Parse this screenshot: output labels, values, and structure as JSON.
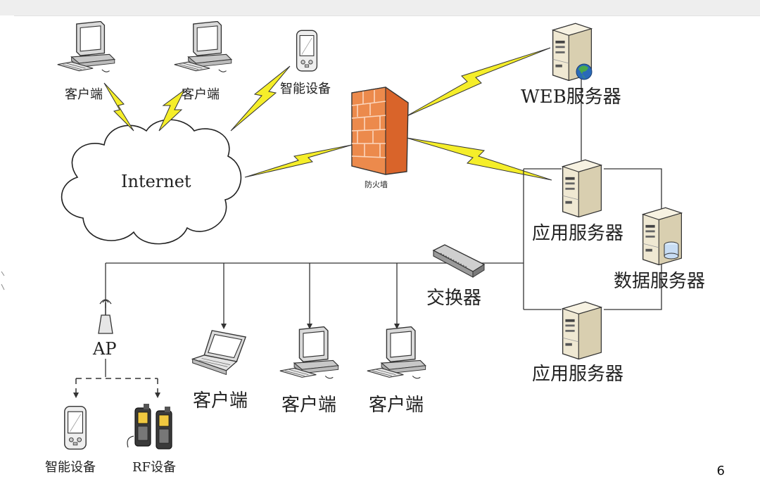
{
  "labels": {
    "client_top_left": "客户端",
    "client_top_mid": "客户端",
    "smart_device_top": "智能设备",
    "internet": "Internet",
    "firewall": "防火墙",
    "web_server": "WEB服务器",
    "app_server_top": "应用服务器",
    "data_server": "数据服务器",
    "switch": "交换器",
    "app_server_bottom": "应用服务器",
    "ap": "AP",
    "smart_device_bottom": "智能设备",
    "rf_device": "RF设备",
    "client_laptop": "客户端",
    "client_pc_2": "客户端",
    "client_pc_3": "客户端"
  },
  "page_number": "6",
  "colors": {
    "lightning": "#f5ee2a",
    "firewall_brick": "#e8793a",
    "server_body": "#e8e0c8",
    "globe": "#2a6ab8"
  }
}
